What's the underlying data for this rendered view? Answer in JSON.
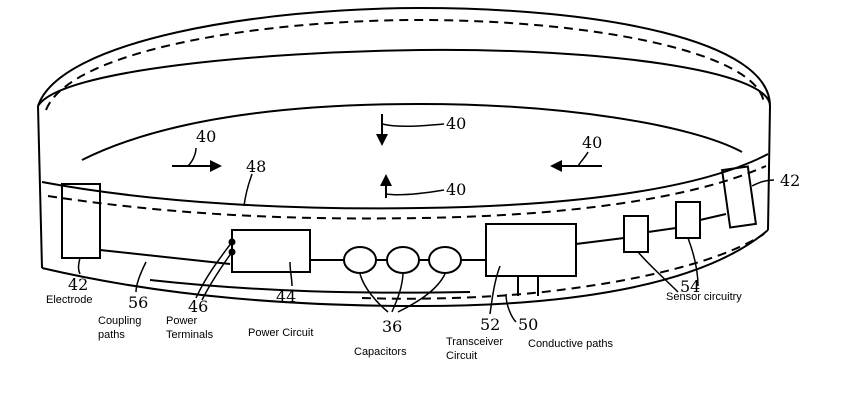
{
  "diagram": {
    "numerals": {
      "flow_left": "40",
      "flow_top": "40",
      "flow_right": "40",
      "flow_center": "40",
      "inner_edge": "48",
      "electrode_left": "42",
      "electrode_right": "42",
      "coupling_paths": "56",
      "power_terminals": "46",
      "power_circuit": "44",
      "capacitors": "36",
      "transceiver": "52",
      "conductive_paths": "50",
      "sensor": "54"
    },
    "labels": {
      "electrode": "Electrode",
      "coupling_1": "Coupling",
      "coupling_2": "paths",
      "power_terminals_1": "Power",
      "power_terminals_2": "Terminals",
      "power_circuit": "Power Circuit",
      "capacitors": "Capacitors",
      "transceiver_1": "Transceiver",
      "transceiver_2": "Circuit",
      "conductive_paths": "Conductive paths",
      "sensor_circuitry": "Sensor circuitry"
    }
  }
}
